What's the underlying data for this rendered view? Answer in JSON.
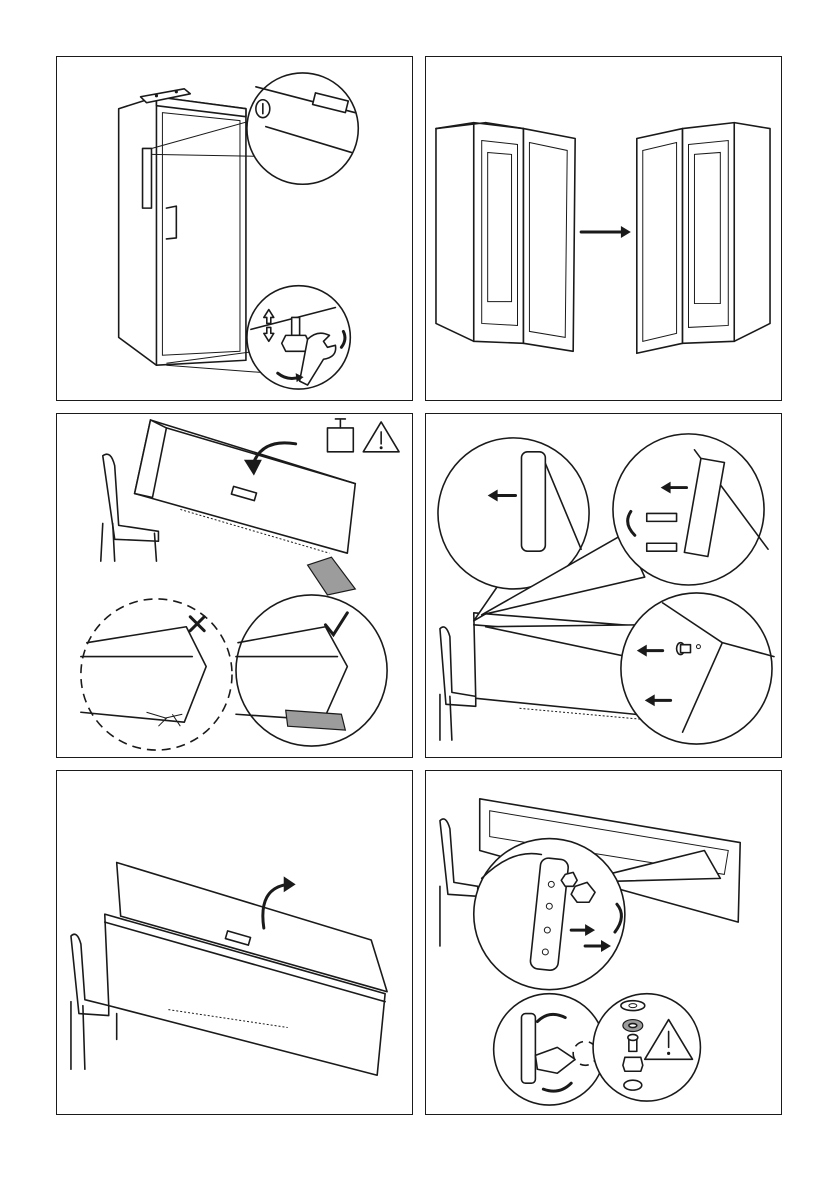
{
  "page": {
    "background": "#ffffff",
    "line_color": "#1a1a1a",
    "accent_grey": "#9c9c9c"
  },
  "panels": [
    {
      "id": "step-1",
      "depicts": "level-and-adjust-feet",
      "icons": [
        "spirit-level-icon",
        "wrench-icon",
        "up-down-arrow-icon",
        "rotate-arrow-icon"
      ]
    },
    {
      "id": "step-2",
      "depicts": "door-hinge-swap",
      "icons": [
        "right-arrow-icon"
      ]
    },
    {
      "id": "step-3",
      "depicts": "lay-appliance-on-back",
      "icons": [
        "weight-icon",
        "warning-icon",
        "cross-icon",
        "check-icon"
      ]
    },
    {
      "id": "step-4",
      "depicts": "remove-handle-and-hinge",
      "icons": [
        "left-arrow-icon",
        "screw-icon",
        "pin-icon"
      ]
    },
    {
      "id": "step-5",
      "depicts": "lift-door-off",
      "icons": [
        "rotate-arrow-icon"
      ]
    },
    {
      "id": "step-6",
      "depicts": "move-hinge-pin",
      "icons": [
        "wrench-icon",
        "warning-icon",
        "washer-icon"
      ]
    }
  ]
}
